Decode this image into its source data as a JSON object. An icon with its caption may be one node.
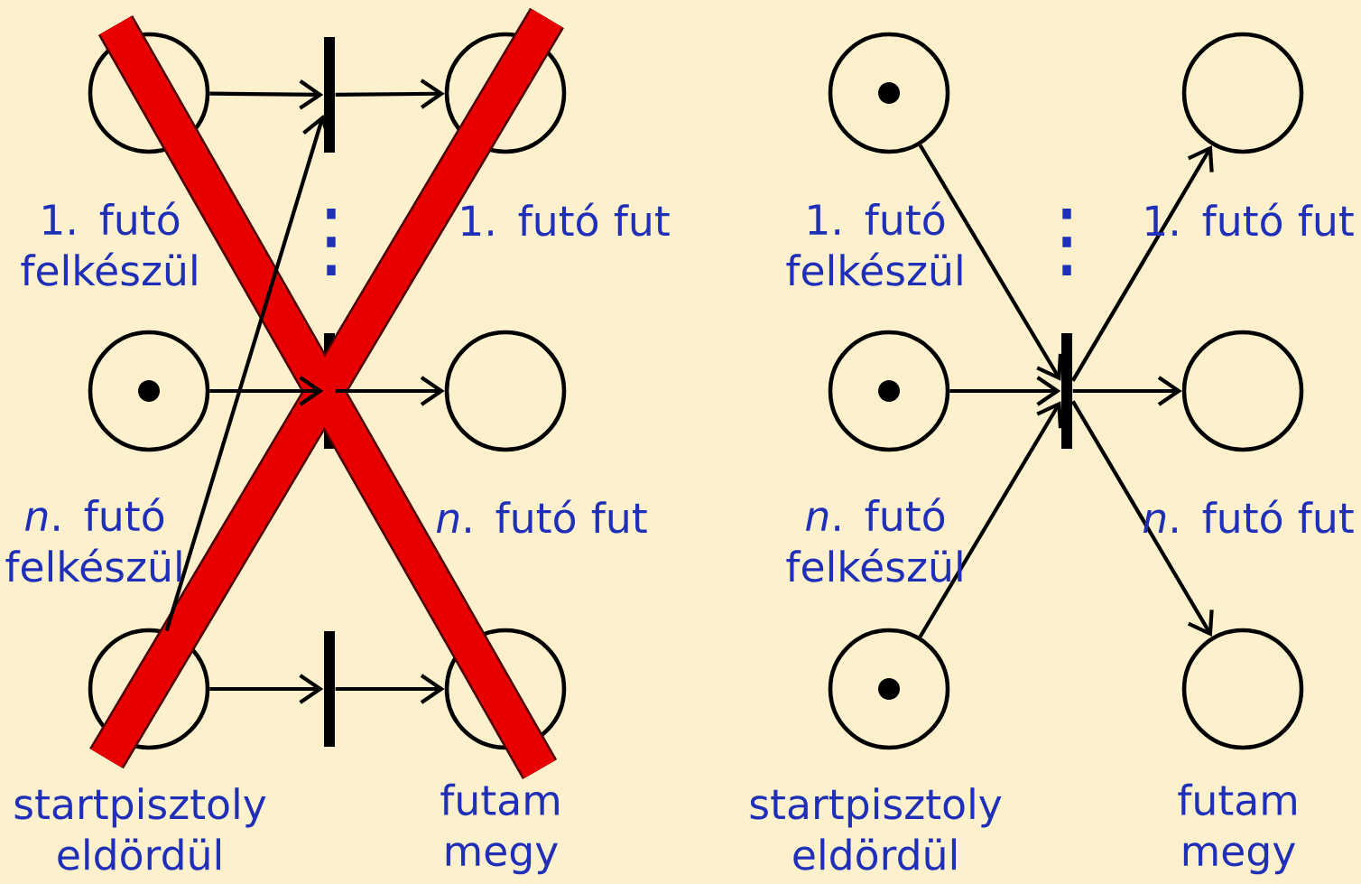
{
  "diagram": {
    "nodes": [
      {
        "text": [],
        "shape": "circle",
        "beside": [
          "1. futó felkészül"
        ]
      },
      {
        "text": [],
        "shape": "bar"
      },
      {
        "text": [],
        "shape": "circle",
        "beside": [
          "1. futó fut"
        ]
      },
      {
        "text": [],
        "shape": "circle",
        "beside": [
          "*n*. futó felkészül"
        ]
      },
      {
        "text": [],
        "shape": "dot",
        "in": 3
      },
      {
        "text": [],
        "shape": "bar"
      },
      {
        "text": [],
        "shape": "circle",
        "beside": [
          "*n*. futó fut"
        ]
      },
      {
        "text": [],
        "shape": "circle",
        "beside": [
          "startpisztoly eldördül"
        ]
      },
      {
        "text": [],
        "shape": "bar"
      },
      {
        "text": [],
        "shape": "circle",
        "beside": [
          "futam megy"
        ]
      },
      {
        "text": [],
        "shape": "circle",
        "beside": [
          "1. futó felkészül"
        ]
      },
      {
        "text": [],
        "shape": "dot",
        "in": 10
      },
      {
        "text": [],
        "shape": "circle",
        "beside": [
          "1. futó fut"
        ]
      },
      {
        "text": [],
        "shape": "circle",
        "beside": [
          "*n*. futó felkészül"
        ]
      },
      {
        "text": [],
        "shape": "dot",
        "in": 13
      },
      {
        "text": [],
        "shape": "bar"
      },
      {
        "text": [],
        "shape": "circle",
        "beside": [
          "*n*. futó fut"
        ]
      },
      {
        "text": [],
        "shape": "circle",
        "beside": [
          "startpisztoly eldördül"
        ]
      },
      {
        "text": [],
        "shape": "dot",
        "in": 17
      },
      {
        "text": [],
        "shape": "circle",
        "beside": [
          "futam megy"
        ]
      }
    ],
    "edges": [
      {
        "from": 0,
        "to": 1,
        "arrow": "to"
      },
      {
        "from": 1,
        "to": 2,
        "arrow": "to"
      },
      {
        "from": 3,
        "to": 5,
        "arrow": "to"
      },
      {
        "from": 5,
        "to": 6,
        "arrow": "to"
      },
      {
        "from": 7,
        "to": 8,
        "arrow": "to"
      },
      {
        "from": 8,
        "to": 9,
        "arrow": "to"
      },
      {
        "from": 7,
        "to": 1,
        "arrow": "to"
      },
      {
        "from": 10,
        "to": 15,
        "arrow": "to"
      },
      {
        "from": 13,
        "to": 15,
        "arrow": "to"
      },
      {
        "from": 17,
        "to": 15,
        "arrow": "to"
      },
      {
        "from": 15,
        "to": 12,
        "arrow": "to"
      },
      {
        "from": 15,
        "to": 16,
        "arrow": "to"
      },
      {
        "from": 15,
        "to": 19,
        "arrow": "to"
      }
    ],
    "labels": [
      "⋮",
      "⋮"
    ]
  }
}
